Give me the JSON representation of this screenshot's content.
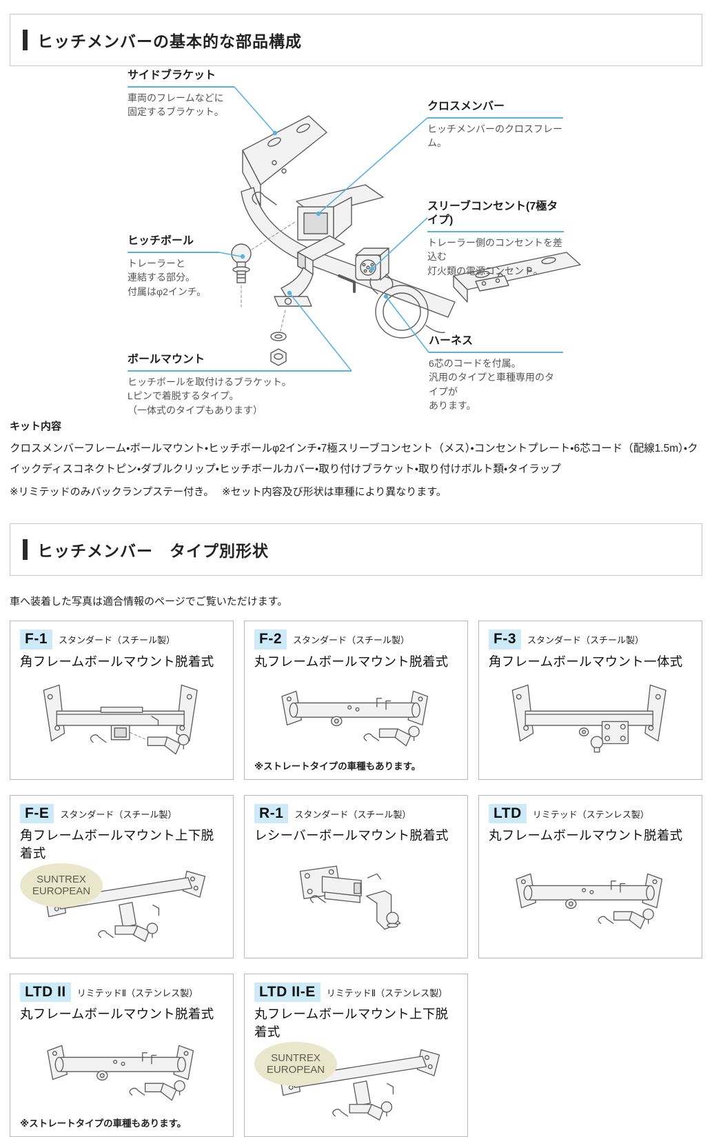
{
  "colors": {
    "accent_blue": "#55b2e2",
    "code_badge_bg": "#cdeaf8",
    "suntrex_bg": "#eae6cb",
    "border_gray": "#c8c8c8"
  },
  "section_parts": {
    "title": "ヒッチメンバーの基本的な部品構成",
    "parts": [
      {
        "name": "サイドブラケット",
        "desc": "車両のフレームなどに\n固定するブラケット。"
      },
      {
        "name": "クロスメンバー",
        "desc": "ヒッチメンバーのクロスフレーム。"
      },
      {
        "name": "スリーブコンセント(7極タイプ)",
        "desc": "トレーラー側のコンセントを差込む\n灯火類の電源コンセント。"
      },
      {
        "name": "ヒッチボール",
        "desc": "トレーラーと\n連結する部分。\n付属はφ2インチ。"
      },
      {
        "name": "ハーネス",
        "desc": "6芯のコードを付属。\n汎用のタイプと車種専用のタイプが\nあります。"
      },
      {
        "name": "ボールマウント",
        "desc": "ヒッチボールを取付けるブラケット。\nLピンで着脱するタイプ。\n（一体式のタイプもあります）"
      }
    ]
  },
  "kit": {
    "heading": "キット内容",
    "body": "クロスメンバーフレーム・ボールマウント・ヒッチボールφ2インチ・7極スリーブコンセント（メス）・コンセントプレート・6芯コード（配線1.5m）・クイックディスコネクトピン・ダブルクリップ・ヒッチボールカバー・取り付けブラケット・取り付けボルト類・タイラップ",
    "notes": "※リミテッドのみバックランプステー付き。　 ※セット内容及び形状は車種により異なります。"
  },
  "section_types": {
    "title": "ヒッチメンバー　タイプ別形状",
    "intro": "車へ装着した写真は適合情報のページでご覧いただけます。",
    "suntrex_badge": "SUNTREX\nEUROPEAN",
    "cards": [
      {
        "code": "F-1",
        "grade": "スタンダード（スチール製）",
        "title": "角フレームボールマウント脱着式",
        "note": ""
      },
      {
        "code": "F-2",
        "grade": "スタンダード（スチール製）",
        "title": "丸フレームボールマウント脱着式",
        "note": "※ストレートタイプの車種もあります。"
      },
      {
        "code": "F-3",
        "grade": "スタンダード（スチール製）",
        "title": "角フレームボールマウント一体式",
        "note": ""
      },
      {
        "code": "F-E",
        "grade": "スタンダード（スチール製）",
        "title": "角フレームボールマウント上下脱着式",
        "note": ""
      },
      {
        "code": "R-1",
        "grade": "スタンダード（スチール製）",
        "title": "レシーバーボールマウント脱着式",
        "note": ""
      },
      {
        "code": "LTD",
        "grade": "リミテッド（ステンレス製）",
        "title": "丸フレームボールマウント脱着式",
        "note": ""
      },
      {
        "code": "LTD II",
        "grade": "リミテッドⅡ（ステンレス製）",
        "title": "丸フレームボールマウント脱着式",
        "note": "※ストレートタイプの車種もあります。"
      },
      {
        "code": "LTD II-E",
        "grade": "リミテッドⅡ（ステンレス製）",
        "title": "丸フレームボールマウント上下脱着式",
        "note": ""
      }
    ]
  }
}
